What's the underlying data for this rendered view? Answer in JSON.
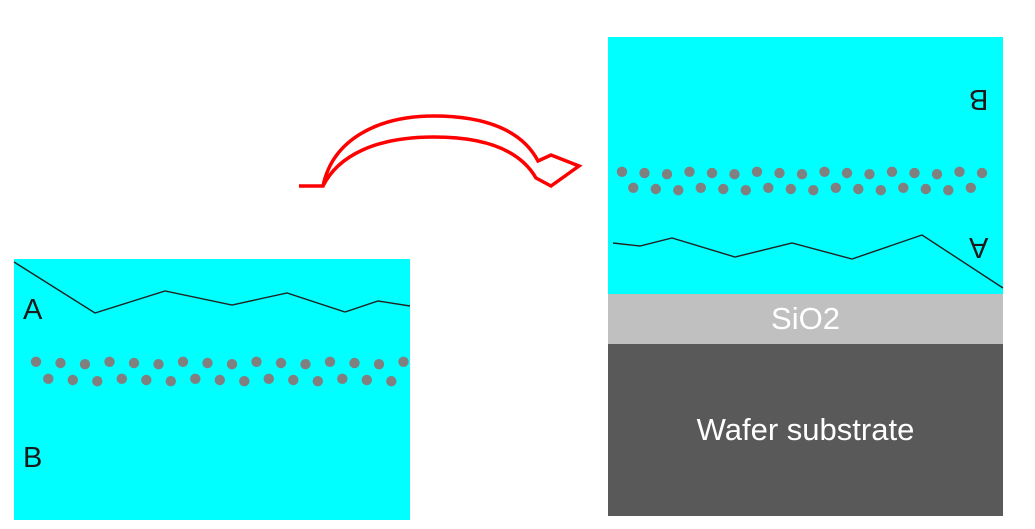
{
  "colors": {
    "bonding_material": "#00ffff",
    "oxide": "#c0c0c0",
    "substrate": "#595959",
    "implant_dots": "#808080",
    "arrow": "#ff0000",
    "arrow_fill": "#ffffff",
    "surface_line": "#222222"
  },
  "left_wafer": {
    "top_label": "A",
    "bottom_label": "B"
  },
  "right_stack": {
    "top_label": "B",
    "bottom_label": "A",
    "oxide_label": "SiO2",
    "substrate_label": "Wafer substrate"
  }
}
